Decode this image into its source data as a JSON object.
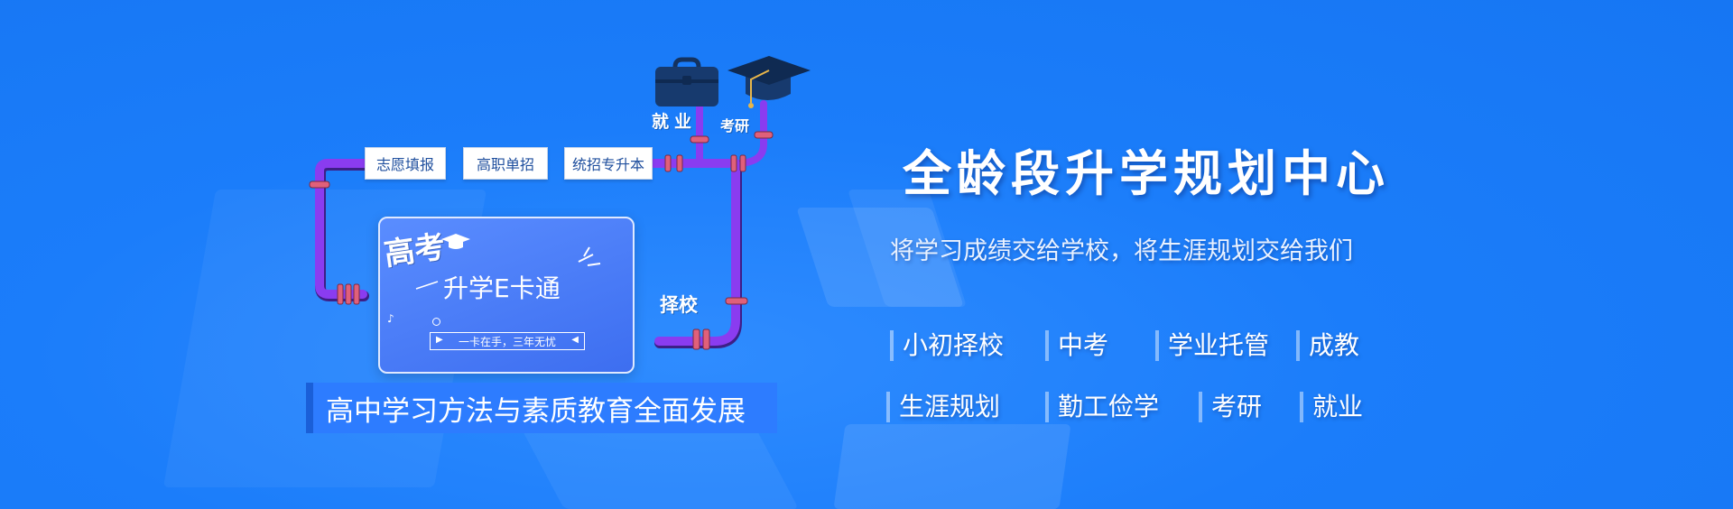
{
  "colors": {
    "background": "#1676f3",
    "pipe": "#8a3cf0",
    "joint": "#e0607a",
    "accent": "#2d7cff"
  },
  "diagram": {
    "signs": [
      "志愿填报",
      "高职单招",
      "统招专升本"
    ],
    "labels": {
      "job": "就业",
      "grad": "考研",
      "school": "择校"
    },
    "icons": {
      "job": "briefcase-icon",
      "grad": "graduation-cap-icon"
    }
  },
  "card": {
    "handwriting": "高考",
    "title": "升学E卡通",
    "slogan": "一卡在手，三年无忧"
  },
  "subtitle": "高中学习方法与素质教育全面发展",
  "headline": "全龄段升学规划中心",
  "tagline": "将学习成绩交给学校，将生涯规划交给我们",
  "services": {
    "row1": [
      "小初择校",
      "中考",
      "学业托管",
      "成教"
    ],
    "row2": [
      "生涯规划",
      "勤工俭学",
      "考研",
      "就业"
    ]
  }
}
